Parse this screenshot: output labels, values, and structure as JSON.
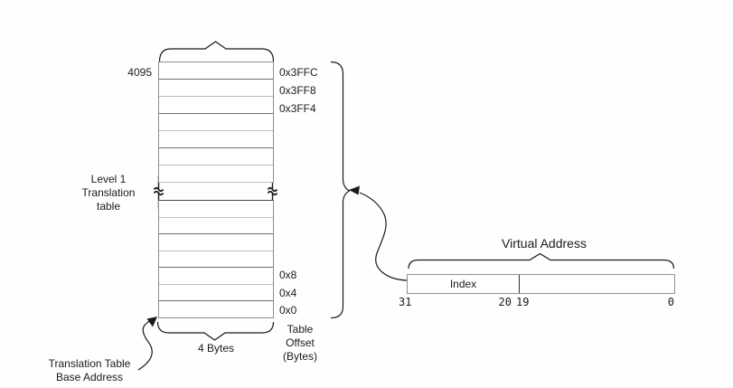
{
  "table": {
    "name_label": "Level 1\nTranslation\ntable",
    "row_index_label": "4095",
    "top_offsets": [
      "0x3FFC",
      "0x3FF8",
      "0x3FF4"
    ],
    "bottom_offsets": [
      "0x8",
      "0x4",
      "0x0"
    ],
    "entry_width_label": "4 Bytes",
    "offset_column_label": "Table\nOffset\n(Bytes)",
    "base_pointer_label": "Translation Table\nBase Address"
  },
  "virtual_address": {
    "title": "Virtual Address",
    "fields": [
      {
        "label": "Index",
        "high_bit": "31",
        "low_bit": "20"
      },
      {
        "label": "",
        "high_bit": "19",
        "low_bit": "0"
      }
    ]
  },
  "colors": {
    "line": "#1a1a1a",
    "table_border": "#8f8f8f",
    "row_divider_dark": "#6e6e6e",
    "row_divider_light": "#bdbdbd",
    "background": "#fefefe"
  }
}
